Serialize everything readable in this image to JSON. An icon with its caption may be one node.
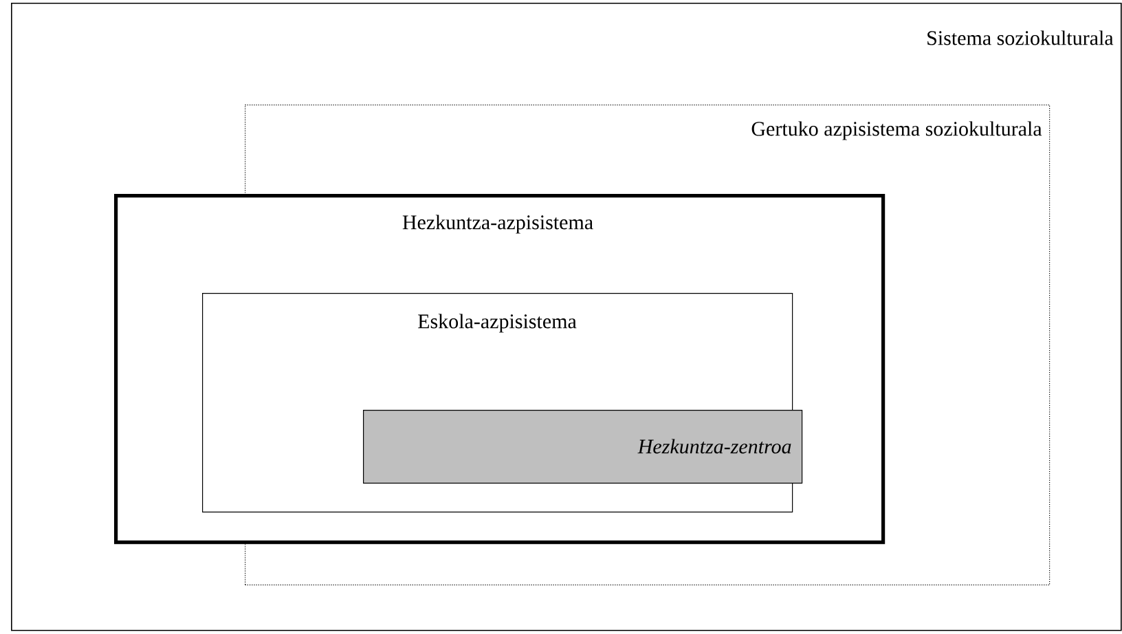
{
  "diagram": {
    "nodes": [
      {
        "text": [
          "Sistema soziokulturala"
        ]
      },
      {
        "text": [
          "Gertuko azpisistema soziokulturala"
        ],
        "in": 0
      },
      {
        "text": [
          "Hezkuntza-azpisistema"
        ],
        "in": 0
      },
      {
        "text": [
          "Eskola-azpisistema"
        ],
        "in": 2
      },
      {
        "text": [
          "Hezkuntza-zentroa"
        ],
        "in": 3
      }
    ]
  }
}
